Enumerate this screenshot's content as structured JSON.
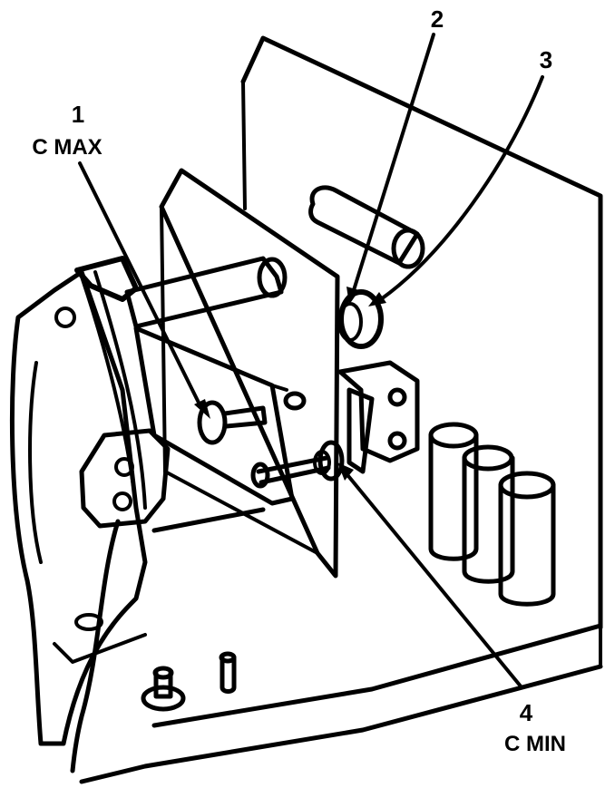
{
  "callouts": [
    {
      "number": "1",
      "label": "C MAX"
    },
    {
      "number": "2",
      "label": ""
    },
    {
      "number": "3",
      "label": ""
    },
    {
      "number": "4",
      "label": "C MIN"
    }
  ],
  "colors": {
    "ink": "#000000",
    "paper": "#ffffff"
  }
}
